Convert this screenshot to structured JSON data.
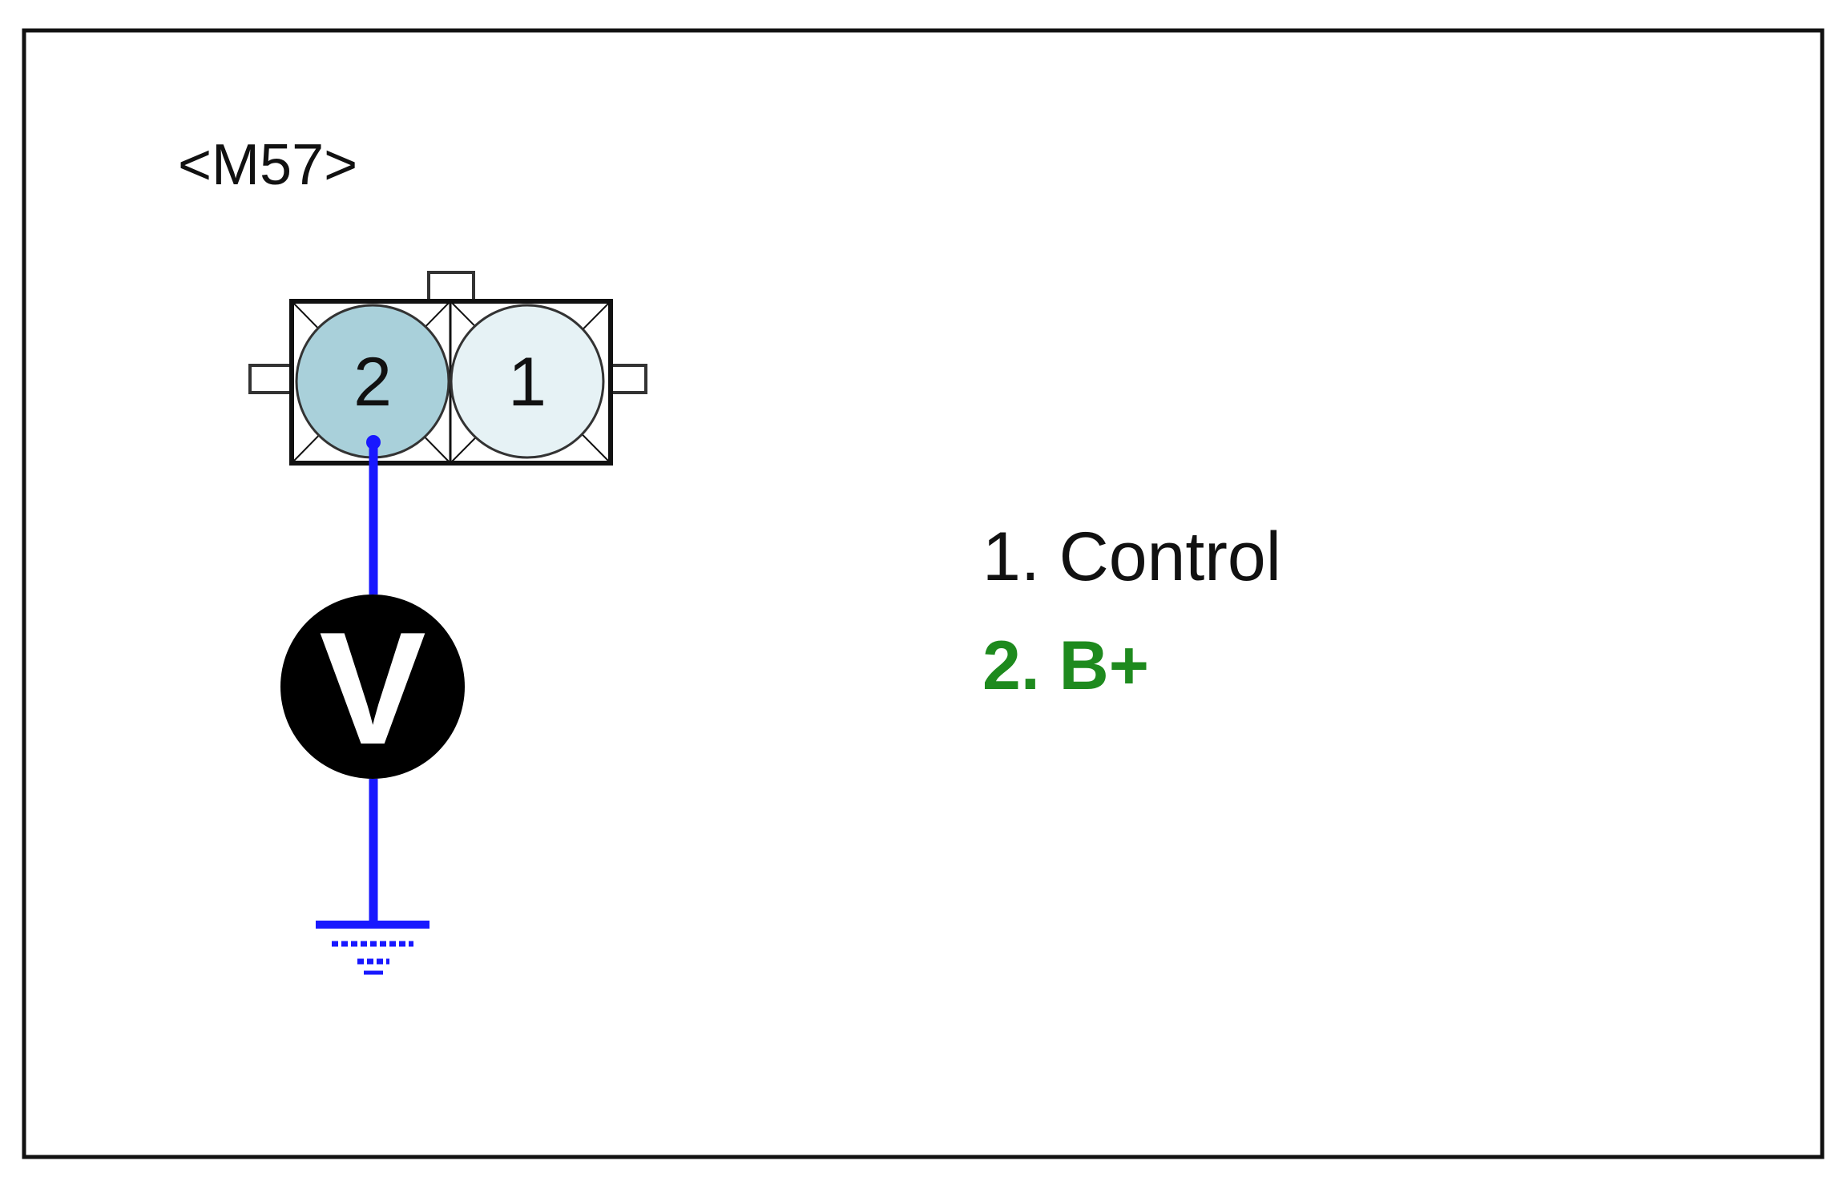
{
  "connector": {
    "id": "<M57>",
    "pins": [
      {
        "number": "2",
        "fill": "#a9d0da"
      },
      {
        "number": "1",
        "fill": "#e6f2f5"
      }
    ]
  },
  "meter": {
    "symbol": "V"
  },
  "legend": [
    {
      "text": "1. Control",
      "color": "#111111"
    },
    {
      "text": "2. B+",
      "color": "#1e8a1e"
    }
  ],
  "colors": {
    "wire": "#1818ff",
    "outline": "#111111",
    "meter_fill": "#000000",
    "meter_text": "#ffffff"
  }
}
